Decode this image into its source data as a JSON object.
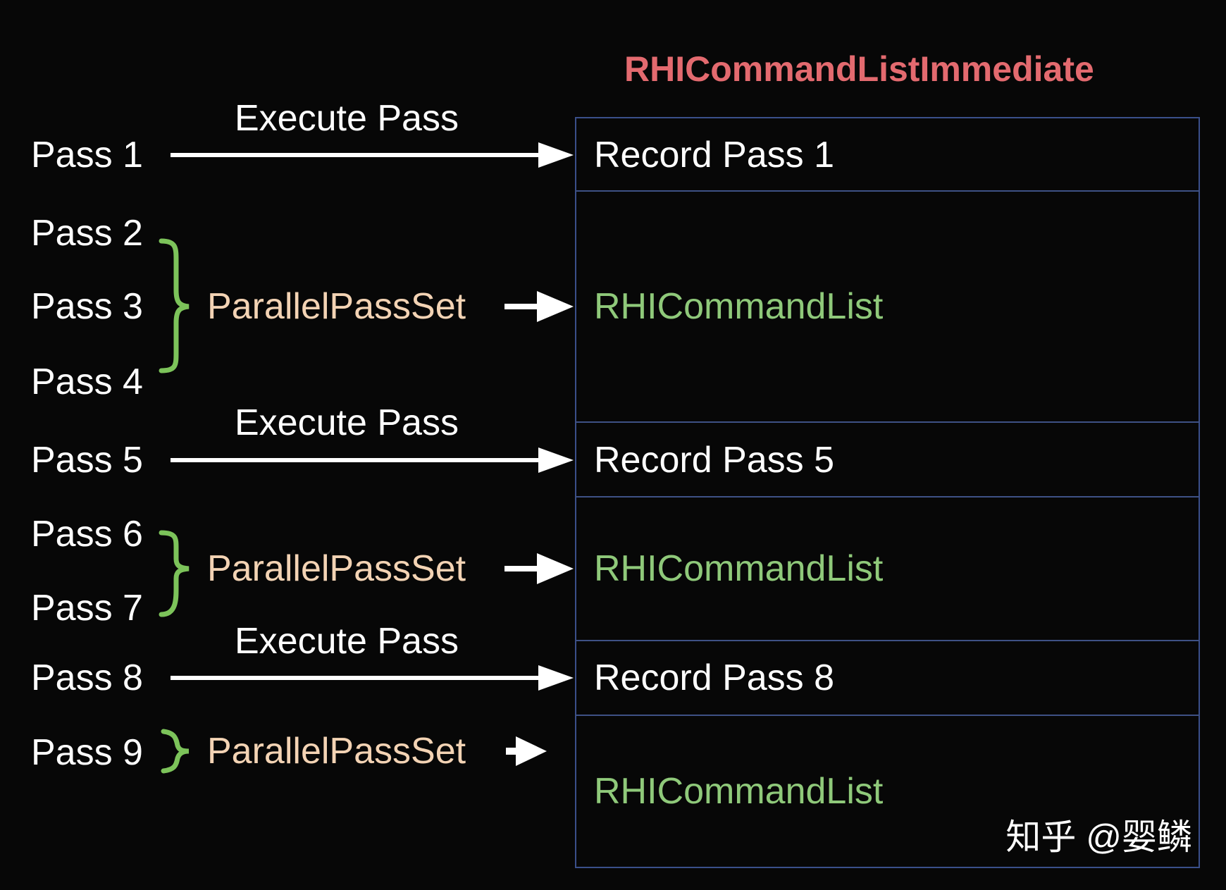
{
  "title": "RHICommandListImmediate",
  "colors": {
    "background": "#070707",
    "title": "#e36a6f",
    "pass_label": "#ffffff",
    "parallel_pass_set": "#f3d3b4",
    "rhi_command_list": "#8fc97a",
    "brace": "#7cc35a",
    "box_border": "#3a4f8a"
  },
  "passes": [
    {
      "label": "Pass 1"
    },
    {
      "label": "Pass 2"
    },
    {
      "label": "Pass 3"
    },
    {
      "label": "Pass 4"
    },
    {
      "label": "Pass 5"
    },
    {
      "label": "Pass 6"
    },
    {
      "label": "Pass 7"
    },
    {
      "label": "Pass 8"
    },
    {
      "label": "Pass 9"
    }
  ],
  "execute_pass_labels": [
    {
      "label": "Execute Pass",
      "source": "Pass 1",
      "target": "Record Pass 1"
    },
    {
      "label": "Execute Pass",
      "source": "Pass 5",
      "target": "Record Pass 5"
    },
    {
      "label": "Execute Pass",
      "source": "Pass 8",
      "target": "Record Pass 8"
    }
  ],
  "parallel_pass_sets": [
    {
      "label": "ParallelPassSet",
      "passes": [
        "Pass 2",
        "Pass 3",
        "Pass 4"
      ],
      "target": "RHICommandList"
    },
    {
      "label": "ParallelPassSet",
      "passes": [
        "Pass 6",
        "Pass 7"
      ],
      "target": "RHICommandList"
    },
    {
      "label": "ParallelPassSet",
      "passes": [
        "Pass 9"
      ],
      "target": "RHICommandList"
    }
  ],
  "command_list_sections": [
    {
      "label": "Record Pass 1",
      "type": "record"
    },
    {
      "label": "RHICommandList",
      "type": "command_list"
    },
    {
      "label": "Record Pass 5",
      "type": "record"
    },
    {
      "label": "RHICommandList",
      "type": "command_list"
    },
    {
      "label": "Record Pass 8",
      "type": "record"
    },
    {
      "label": "RHICommandList",
      "type": "command_list"
    }
  ],
  "watermark": "知乎 @婴鳞"
}
